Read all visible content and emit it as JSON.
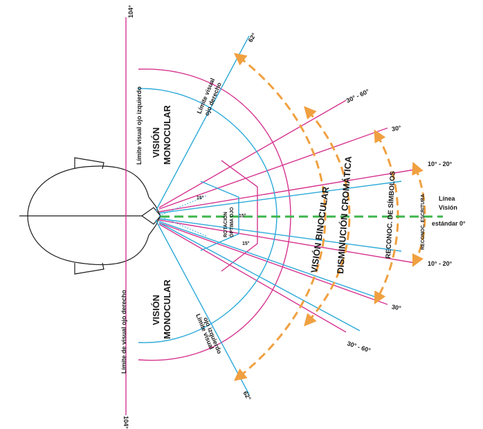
{
  "labels": {
    "angle_104_top": "104°",
    "angle_104_bottom": "104°",
    "angle_62_top": "62°",
    "angle_62_bottom": "62°",
    "angle_30_60_top": "30° - 60°",
    "angle_30_60_bottom": "30° - 60°",
    "angle_30_top": "30°",
    "angle_30_bottom": "30°",
    "angle_10_20_top": "10° - 20°",
    "angle_10_20_bottom": "10° - 20°",
    "linea_line1": "Línea",
    "linea_line2": "Visión",
    "linea_line3": "estándar 0°",
    "limite_izquierdo": "Límite visual ojo izquierdo",
    "limite_derecho": "Límite de visual ojo derecho",
    "limite_ojo_derecho_l1": "Límite visual",
    "limite_ojo_derecho_l2": "ojo derecho",
    "limite_ojo_izquierdo_l1": "Límite visual",
    "limite_ojo_izquierdo_l2": "ojo izquierdo",
    "vision_monocular_top_l1": "VISIÓN",
    "vision_monocular_top_l2": "MONOCULAR",
    "vision_monocular_bottom_l1": "VISIÓN",
    "vision_monocular_bottom_l2": "MONOCULAR",
    "vision_binocular": "VISIÓN  BINOCULAR",
    "disminucion_cromatica": "DISMINUCIÓN CROMÁTICA",
    "reconoc_simbolos": "RECONOC. DE SÍMBOLOS",
    "reconoc_escritura": "RECONOC. ESCRITURA",
    "rotacion_l1": "ROTACIÓN",
    "rotacion_l2": "ÓPTIMA OJO",
    "angle_15_a": "15°",
    "angle_15_b": "15°",
    "angle_15_c": "15°"
  },
  "colors": {
    "magenta": "#d6338f",
    "cyan": "#2aa9d8",
    "orange": "#f0a040",
    "green": "#3cb54a",
    "black": "#1a1a1a"
  }
}
